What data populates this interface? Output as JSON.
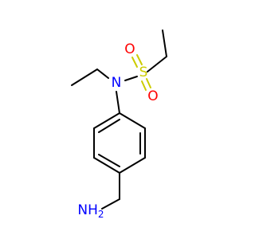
{
  "molecule": {
    "atoms": {
      "N": {
        "label": "N",
        "color": "#0000ff"
      },
      "S": {
        "label": "S",
        "color": "#cccc00"
      },
      "O1": {
        "label": "O",
        "color": "#ff0000"
      },
      "O2": {
        "label": "O",
        "color": "#ff0000"
      },
      "NH2": {
        "label": "NH",
        "sub": "2",
        "color": "#0000ff"
      }
    }
  }
}
